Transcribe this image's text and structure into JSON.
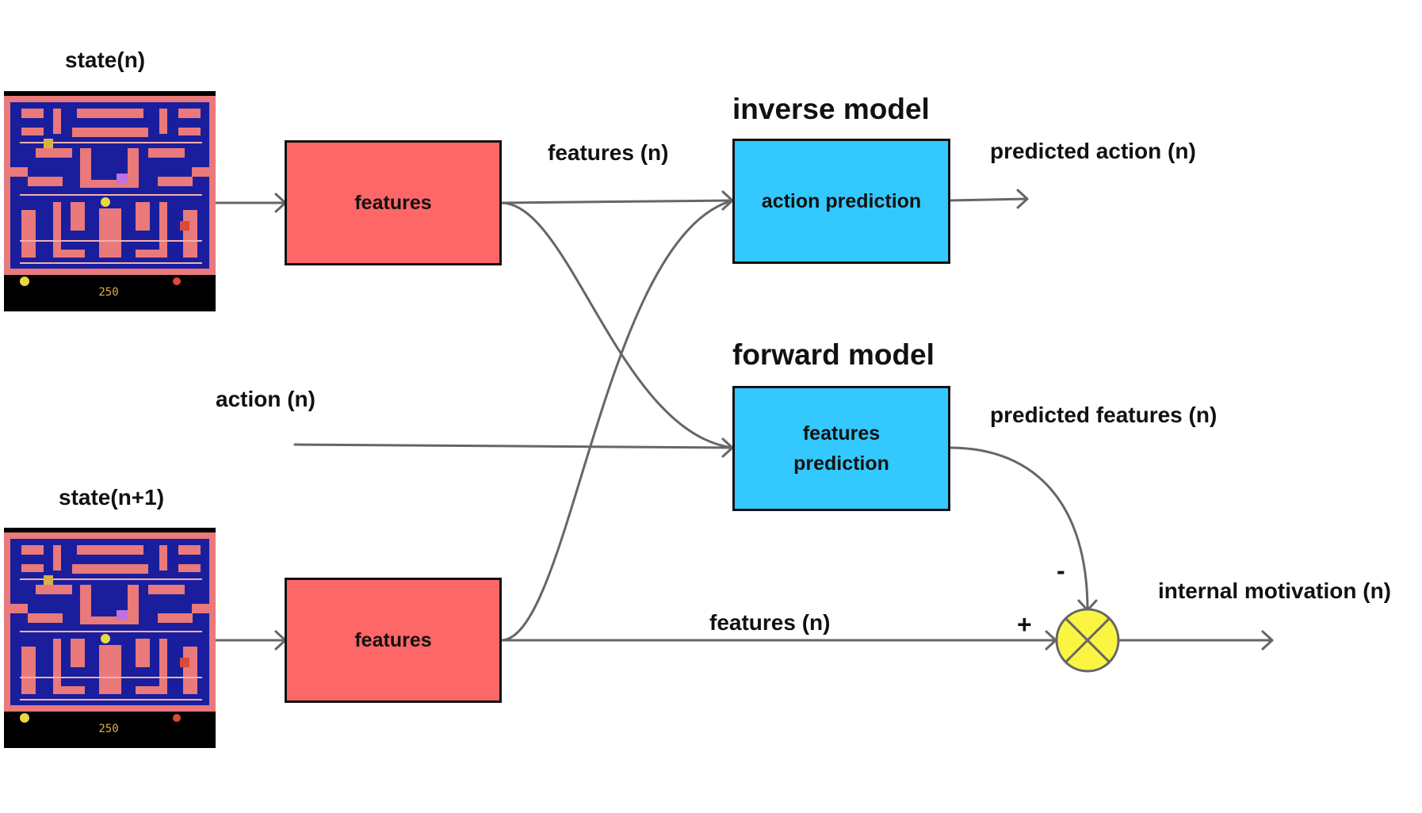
{
  "labels": {
    "state_n": "state(n)",
    "state_n1": "state(n+1)",
    "action": "action (n)",
    "features_top": "features (n)",
    "features_bottom": "features (n)",
    "predicted_action": "predicted action (n)",
    "predicted_features": "predicted features (n)",
    "internal_motivation": "internal motivation (n)",
    "minus_sign": "-",
    "plus_sign": "+"
  },
  "models": {
    "inverse_title": "inverse model",
    "forward_title": "forward model"
  },
  "boxes": {
    "features_top": "features",
    "features_bottom": "features",
    "action_prediction": "action prediction",
    "features_prediction_line1": "features",
    "features_prediction_line2": "prediction"
  },
  "game": {
    "score": "250"
  },
  "colors": {
    "feature_box": "#fe6767",
    "model_box": "#33c9fe",
    "comparator": "#faf542",
    "arrow": "#666666",
    "maze_wall": "#e9797a",
    "maze_floor": "#1a1e9d"
  },
  "icons": {
    "comparator": "circle-cross-icon",
    "arrow": "arrow-icon"
  }
}
